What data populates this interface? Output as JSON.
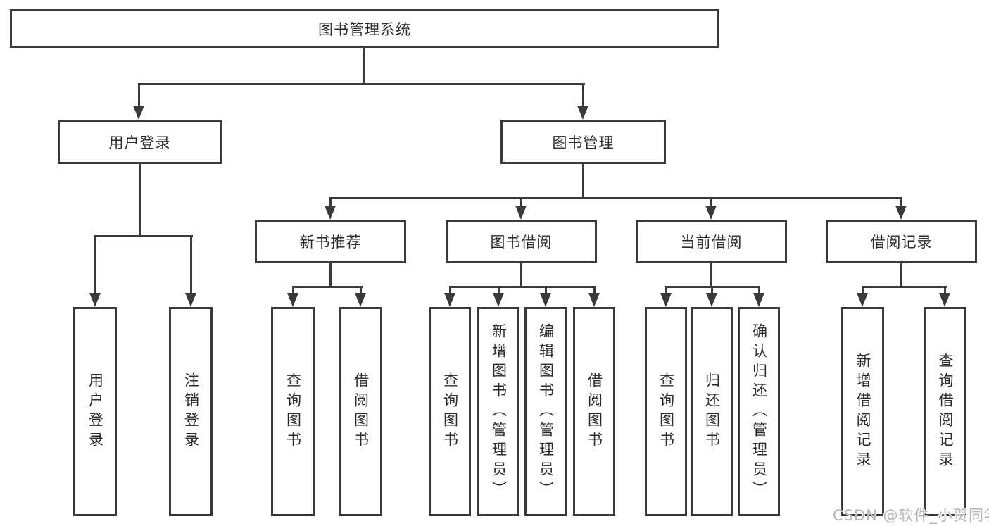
{
  "tree": {
    "root": "图书管理系统",
    "branches": [
      {
        "label": "用户登录",
        "children": [
          "用户登录",
          "注销登录"
        ]
      },
      {
        "label": "图书管理",
        "children": [
          {
            "label": "新书推荐",
            "children": [
              "查询图书",
              "借阅图书"
            ]
          },
          {
            "label": "图书借阅",
            "children": [
              "查询图书",
              "新增图书（管理员）",
              "编辑图书（管理员）",
              "借阅图书"
            ]
          },
          {
            "label": "当前借阅",
            "children": [
              "查询图书",
              "归还图书",
              "确认归还（管理员）"
            ]
          },
          {
            "label": "借阅记录",
            "children": [
              "新增借阅记录",
              "查询借阅记录"
            ]
          }
        ]
      }
    ]
  },
  "watermark": {
    "text": "CSDN @软件_小贺同学"
  },
  "colors": {
    "line": "#3a3a3a",
    "text": "#2b2b2b",
    "background": "#ffffff",
    "watermark": "#b0b4bb"
  }
}
